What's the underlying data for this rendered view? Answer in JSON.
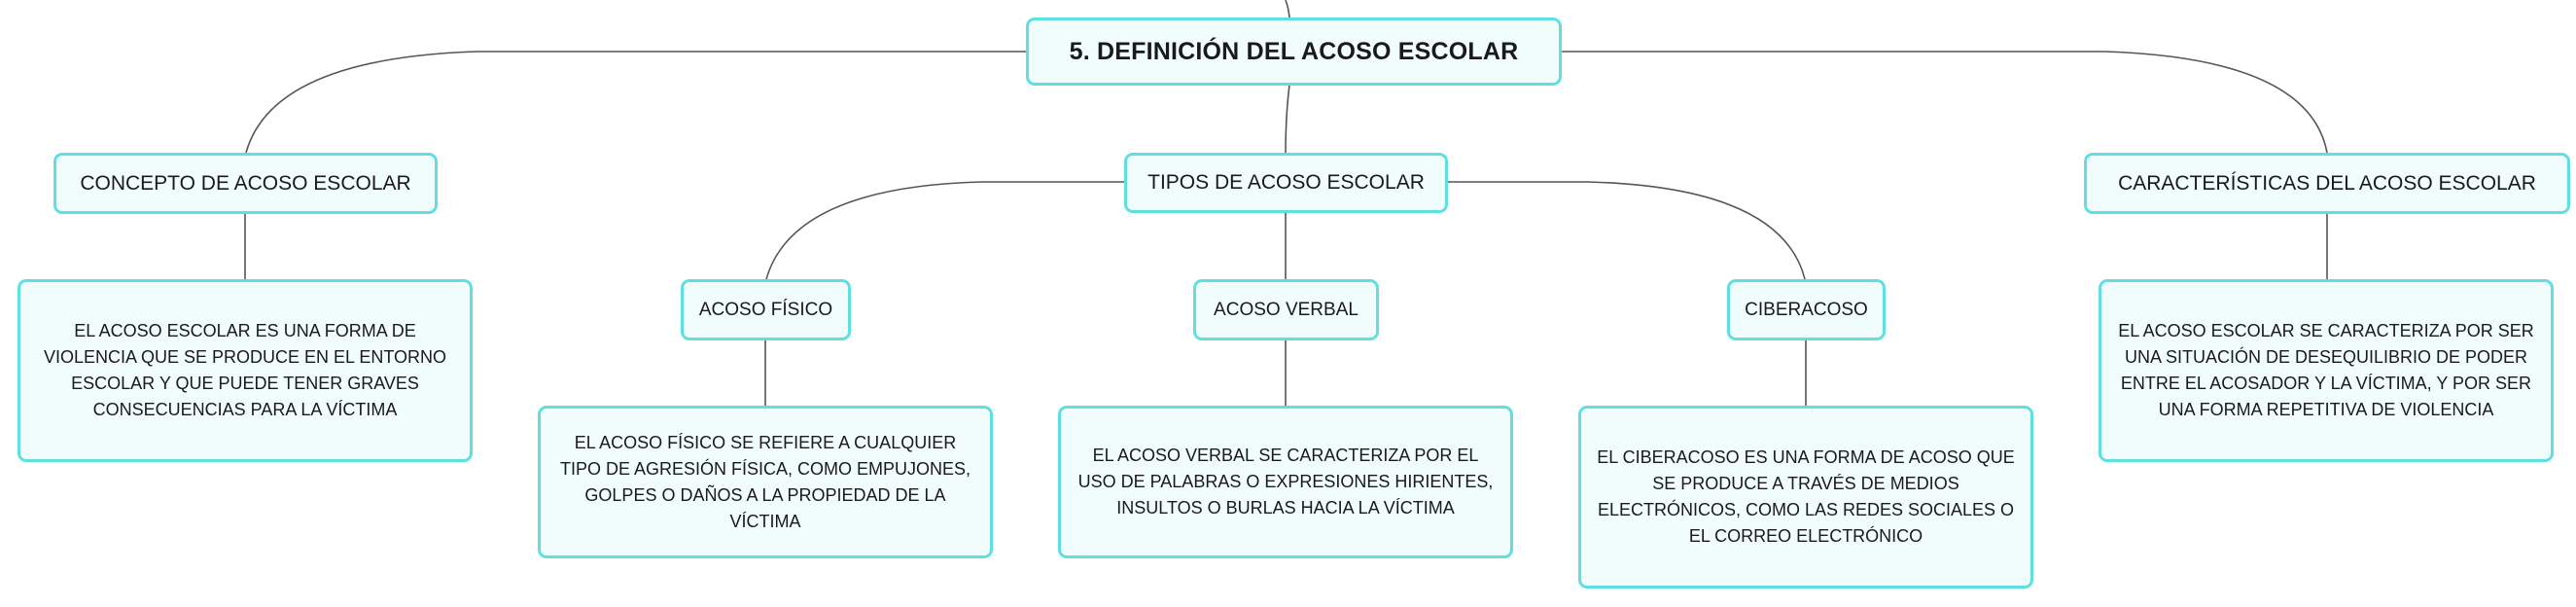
{
  "root": {
    "label": "5. DEFINICIÓN DEL ACOSO ESCOLAR"
  },
  "concepto": {
    "label": "CONCEPTO DE ACOSO ESCOLAR",
    "text": "EL ACOSO ESCOLAR ES UNA FORMA DE VIOLENCIA QUE SE PRODUCE EN EL ENTORNO ESCOLAR Y QUE PUEDE TENER GRAVES CONSECUENCIAS PARA LA VÍCTIMA"
  },
  "tipos": {
    "label": "TIPOS DE ACOSO ESCOLAR",
    "fisico": {
      "label": "ACOSO FÍSICO",
      "text": "EL ACOSO FÍSICO SE REFIERE A CUALQUIER TIPO DE AGRESIÓN FÍSICA, COMO EMPUJONES, GOLPES O DAÑOS A LA PROPIEDAD DE LA VÍCTIMA"
    },
    "verbal": {
      "label": "ACOSO VERBAL",
      "text": "EL ACOSO VERBAL SE CARACTERIZA POR EL USO DE PALABRAS O EXPRESIONES HIRIENTES, INSULTOS O BURLAS HACIA LA VÍCTIMA"
    },
    "ciber": {
      "label": "CIBERACOSO",
      "text": "EL CIBERACOSO ES UNA FORMA DE ACOSO QUE SE PRODUCE A TRAVÉS DE MEDIOS ELECTRÓNICOS, COMO LAS REDES SOCIALES O EL CORREO ELECTRÓNICO"
    }
  },
  "caracteristicas": {
    "label": "CARACTERÍSTICAS DEL ACOSO ESCOLAR",
    "text": "EL ACOSO ESCOLAR SE CARACTERIZA POR SER UNA SITUACIÓN DE DESEQUILIBRIO DE PODER ENTRE EL ACOSADOR Y LA VÍCTIMA, Y POR SER UNA FORMA REPETITIVA DE VIOLENCIA"
  },
  "colors": {
    "border": "#5fdfe0",
    "fill": "#f1fcfc",
    "line": "#555555"
  }
}
